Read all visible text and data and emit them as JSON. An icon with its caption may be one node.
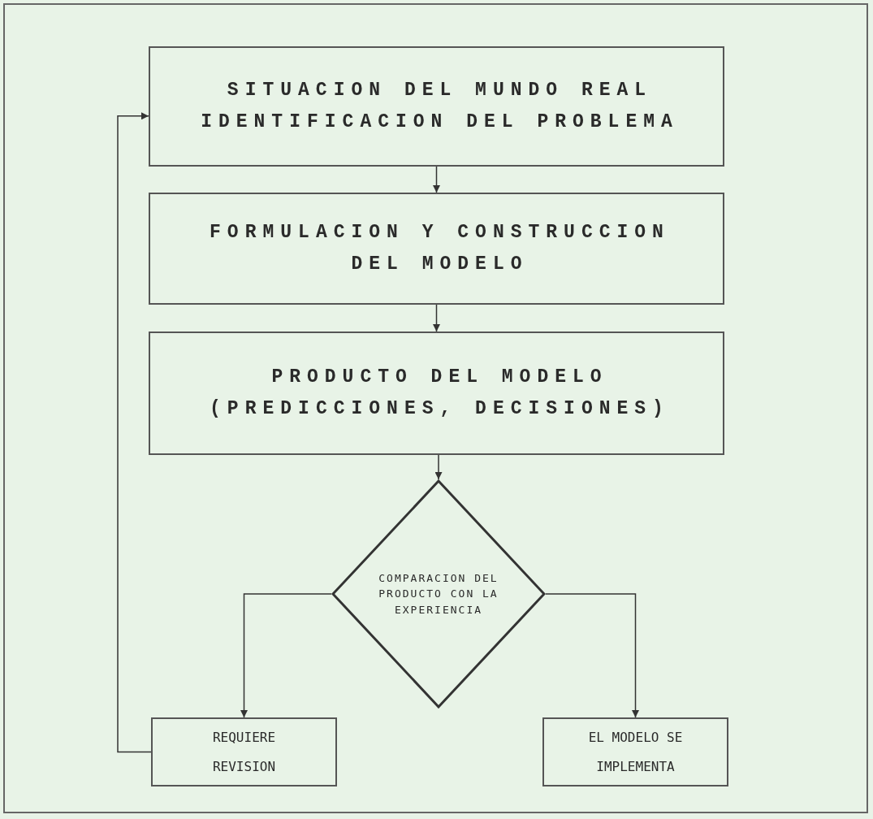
{
  "diagram": {
    "nodes": [
      {
        "text": [
          "SITUACION DEL MUNDO REAL",
          "IDENTIFICACION DEL PROBLEMA"
        ]
      },
      {
        "text": [
          "FORMULACION Y CONSTRUCCION DEL MODELO"
        ]
      },
      {
        "text": [
          "PRODUCTO DEL MODELO",
          "(PREDICCIONES, DECISIONES)"
        ]
      },
      {
        "text": [
          "COMPARACION DEL PRODUCTO CON LA EXPERIENCIA"
        ]
      },
      {
        "text": [
          "REQUIERE REVISION"
        ]
      },
      {
        "text": [
          "EL MODELO SE IMPLEMENTA"
        ]
      }
    ],
    "edges": [
      {
        "from": 0,
        "to": 1,
        "arrow": "to"
      },
      {
        "from": 1,
        "to": 2,
        "arrow": "to"
      },
      {
        "from": 2,
        "to": 3,
        "arrow": "to"
      },
      {
        "from": 3,
        "to": 4,
        "arrow": "to"
      },
      {
        "from": 3,
        "to": 5,
        "arrow": "to"
      },
      {
        "from": 4,
        "to": 0,
        "arrow": "to"
      }
    ]
  }
}
